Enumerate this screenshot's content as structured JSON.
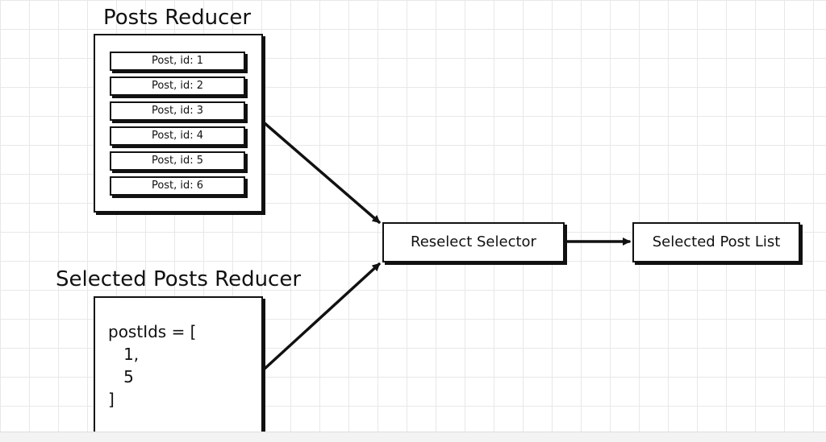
{
  "posts_reducer": {
    "title": "Posts Reducer",
    "items": [
      "Post, id: 1",
      "Post, id: 2",
      "Post, id: 3",
      "Post, id: 4",
      "Post, id: 5",
      "Post, id: 6"
    ]
  },
  "selected_posts_reducer": {
    "title": "Selected Posts Reducer",
    "code_lines": [
      "postIds = [",
      "   1,",
      "   5",
      "]"
    ]
  },
  "reselect_selector": {
    "label": "Reselect Selector"
  },
  "selected_post_list": {
    "label": "Selected Post List"
  },
  "colors": {
    "ink": "#111111",
    "grid": "#e8e8e8",
    "background": "#ffffff"
  }
}
